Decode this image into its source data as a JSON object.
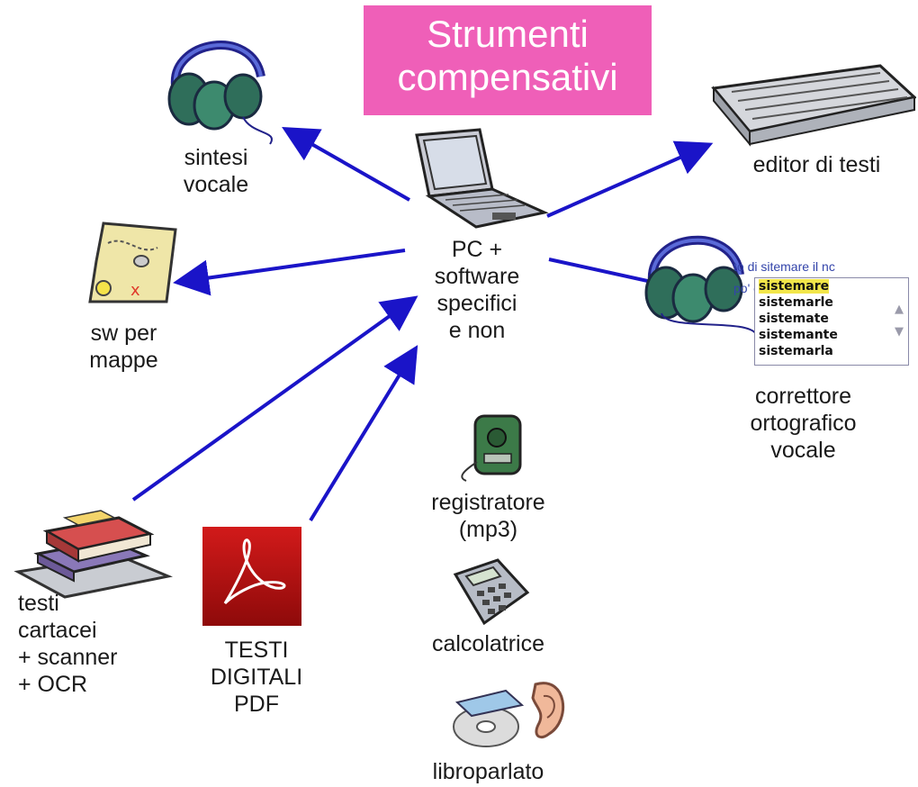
{
  "title": {
    "line1": "Strumenti",
    "line2": "compensativi"
  },
  "nodes": {
    "center": "PC +\nsoftware\nspecifici\ne non",
    "sintesi": "sintesi\nvocale",
    "editor": "editor di testi",
    "mappe": "sw per\nmappe",
    "correttore": "correttore\nortografico\nvocale",
    "registratore": "registratore\n(mp3)",
    "calcolatrice": "calcolatrice",
    "libroparlato": "libroparlato",
    "testi_cartacei": "testi\ncartacei\n+ scanner\n+ OCR",
    "testi_digitali": "TESTI\nDIGITALI\nPDF"
  },
  "spell_check": {
    "context_line1": "to di sitemare il nc",
    "context_line2": "po' d",
    "suggestions": [
      "sistemare",
      "sistemarle",
      "sistemate",
      "sistemante",
      "sistemarla"
    ]
  },
  "colors": {
    "arrow": "#1a14c8",
    "title_bg": "#ef5fb8",
    "title_text": "#ffffff"
  },
  "icons": [
    "headphones-icon",
    "laptop-icon",
    "keyboard-icon",
    "map-icon",
    "books-scanner-icon",
    "pdf-icon",
    "recorder-icon",
    "calculator-icon",
    "cd-ear-icon"
  ]
}
